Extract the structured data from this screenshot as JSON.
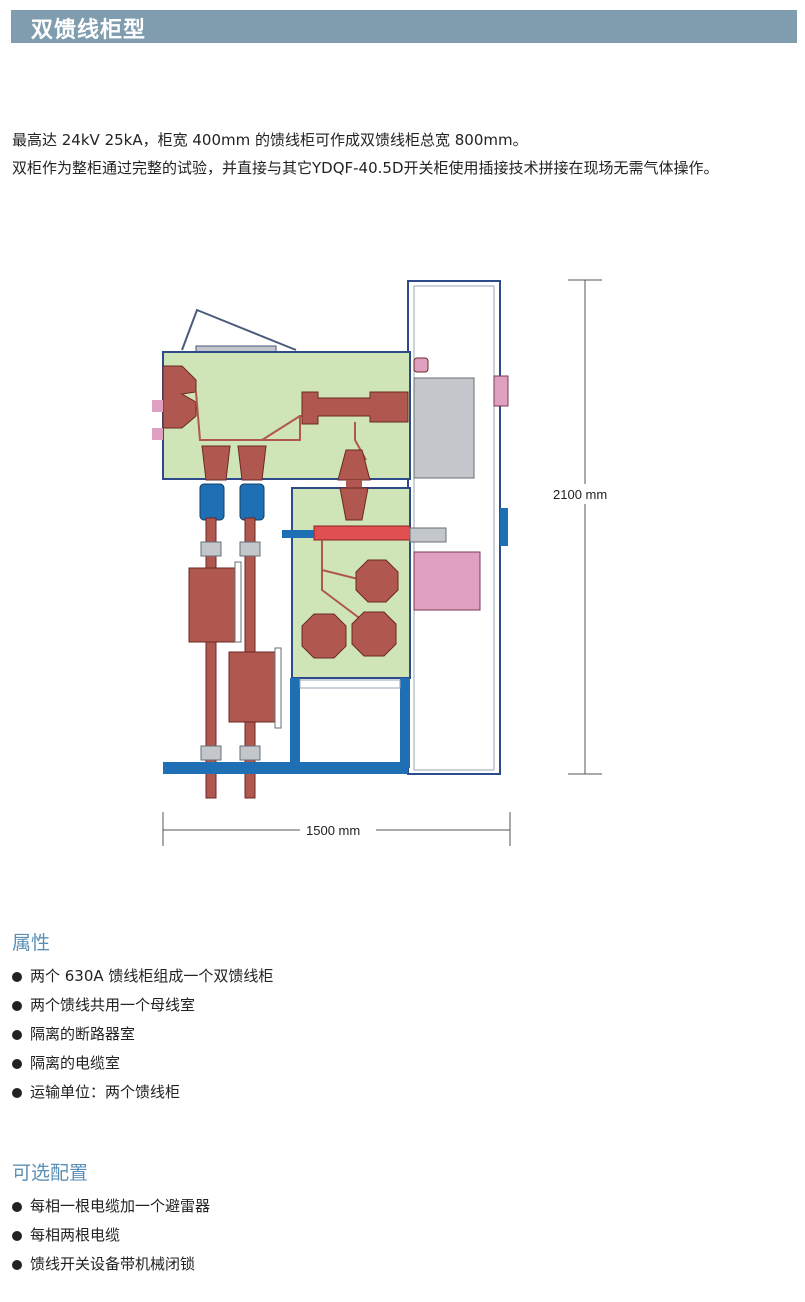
{
  "header": {
    "title": "双馈线柜型"
  },
  "intro": {
    "line1": "最高达 24kV 25kA，柜宽 400mm 的馈线柜可作成双馈线柜总宽 800mm。",
    "line2": "双柜作为整柜通过完整的试验，并直接与其它YDQF-40.5D开关柜使用插接技术拼接在现场无需气体操作。"
  },
  "diagram": {
    "height_label": "2100 mm",
    "width_label": "1500 mm",
    "colors": {
      "compartment": "#cfe5b8",
      "copper": "#b0574f",
      "busbar": "#1f6fb5",
      "gray": "#c3c7cc",
      "pink": "#e0a0c0",
      "red": "#e05050"
    }
  },
  "attributes": {
    "heading": "属性",
    "items": [
      "两个 630A 馈线柜组成一个双馈线柜",
      "两个馈线共用一个母线室",
      "隔离的断路器室",
      "隔离的电缆室",
      "运输单位：两个馈线柜"
    ]
  },
  "options": {
    "heading": "可选配置",
    "items": [
      "每相一根电缆加一个避雷器",
      "每相两根电缆",
      "馈线开关设备带机械闭锁"
    ]
  }
}
